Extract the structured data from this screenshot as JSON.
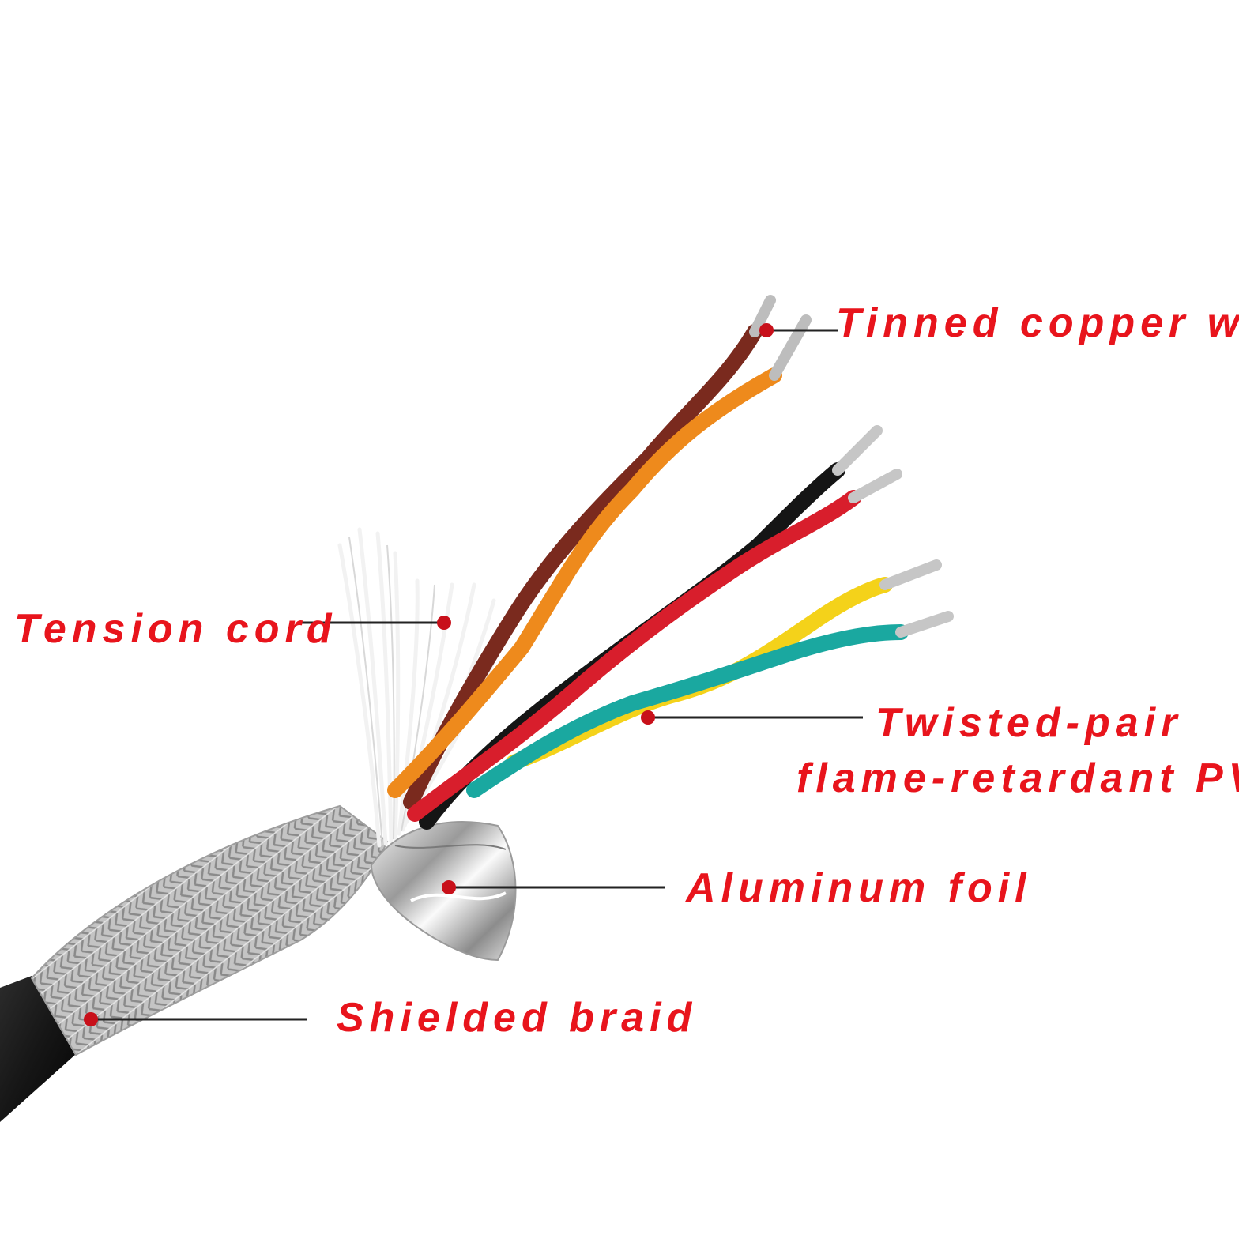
{
  "colors": {
    "label": "#e8141c",
    "leader_line": "#222222",
    "marker_dot": "#c8101a",
    "jacket": "#1b1b1b",
    "braid": "#b9b9b9",
    "foil": "#dcdcdc",
    "tension_cord": "#f4f4f4"
  },
  "wires": [
    {
      "name": "brown",
      "color": "#7a2a1e"
    },
    {
      "name": "orange",
      "color": "#ee8a1c"
    },
    {
      "name": "black",
      "color": "#151515"
    },
    {
      "name": "red",
      "color": "#d81e2c"
    },
    {
      "name": "yellow",
      "color": "#f4d21a"
    },
    {
      "name": "cyan",
      "color": "#1aa8a0"
    }
  ],
  "labels": {
    "tinned_copper_wire": "Tinned copper wire",
    "tension_cord": "Tension cord",
    "twisted_pair_line1": "Twisted-pair",
    "twisted_pair_line2": "flame-retardant PVC",
    "aluminum_foil": "Aluminum foil",
    "shielded_braid": "Shielded braid"
  }
}
